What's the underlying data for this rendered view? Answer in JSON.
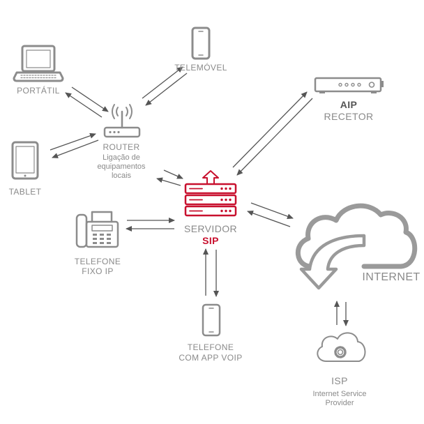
{
  "nodes": {
    "laptop": {
      "label": "PORTÁTIL",
      "icon": "laptop-icon"
    },
    "mobile": {
      "label": "TELEMÓVEL",
      "icon": "smartphone-icon"
    },
    "router": {
      "label": "ROUTER",
      "description": [
        "Ligação de",
        "equipamentos",
        "locais"
      ],
      "icon": "router-icon"
    },
    "tablet": {
      "label": "TABLET",
      "icon": "tablet-icon"
    },
    "aip": {
      "label_bold": "AIP",
      "label": "RECETOR",
      "icon": "receiver-icon"
    },
    "server": {
      "label": "SERVIDOR",
      "label_bold": "SIP",
      "icon": "server-icon"
    },
    "fixed_phone": {
      "label": [
        "TELEFONE",
        "FIXO IP"
      ],
      "icon": "desk-phone-icon"
    },
    "internet": {
      "label": "INTERNET",
      "icon": "cloud-download-icon"
    },
    "voip_phone": {
      "label": [
        "TELEFONE",
        "COM APP VOIP"
      ],
      "icon": "smartphone-icon"
    },
    "isp": {
      "label": "ISP",
      "description": [
        "Internet Service",
        "Provider"
      ],
      "icon": "cloud-gear-icon"
    }
  },
  "colors": {
    "icon": "#8c8c8c",
    "arrow": "#555555",
    "accent": "#c8102e",
    "text": "#8a8a8a",
    "strong": "#555555",
    "cloud": "#9a9a9a"
  }
}
